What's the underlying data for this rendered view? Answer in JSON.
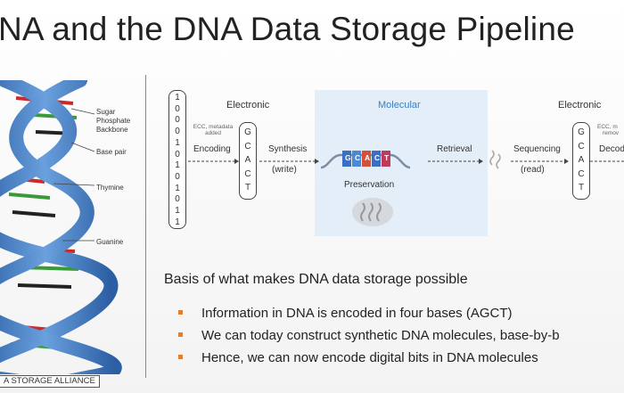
{
  "slide": {
    "title": "NA  and the DNA Data Storage Pipeline",
    "helix_labels": [
      "Sugar",
      "Phosphate",
      "Backbone",
      "Base pair",
      "Thymine",
      "Guanine"
    ],
    "footer": "A STORAGE ALLIANCE",
    "pipeline": {
      "bits": [
        "1",
        "0",
        "0",
        "0",
        "1",
        "0",
        "1",
        "0",
        "1",
        "0",
        "1",
        "1"
      ],
      "electronic_left": "Electronic",
      "molecular": "Molecular",
      "electronic_right": "Electronic",
      "ecc_note_left": [
        "ECC, metadata",
        "added"
      ],
      "ecc_note_right": [
        "ECC, m",
        "remov"
      ],
      "encoding": "Encoding",
      "bases_left": [
        "G",
        "C",
        "A",
        "C",
        "T"
      ],
      "synthesis": "Synthesis",
      "write": "(write)",
      "strand_bases": [
        "G",
        "C",
        "A",
        "C",
        "T"
      ],
      "preservation": "Preservation",
      "retrieval": "Retrieval",
      "sequencing": "Sequencing",
      "read": "(read)",
      "bases_right": [
        "G",
        "C",
        "A",
        "C",
        "T"
      ],
      "decoding": "Decod"
    },
    "basis": "Basis of what makes DNA data storage possible",
    "bullets": [
      "Information in DNA is encoded in four bases (AGCT)",
      "We can today construct synthetic DNA molecules, base-by-b",
      "Hence, we can now encode digital bits in DNA molecules"
    ],
    "colors": {
      "accent_bullet": "#e0802f",
      "molecular_box": "#e4eef8",
      "molecular_title": "#3a7fc0",
      "helix_blue": "#3c72b8"
    }
  }
}
